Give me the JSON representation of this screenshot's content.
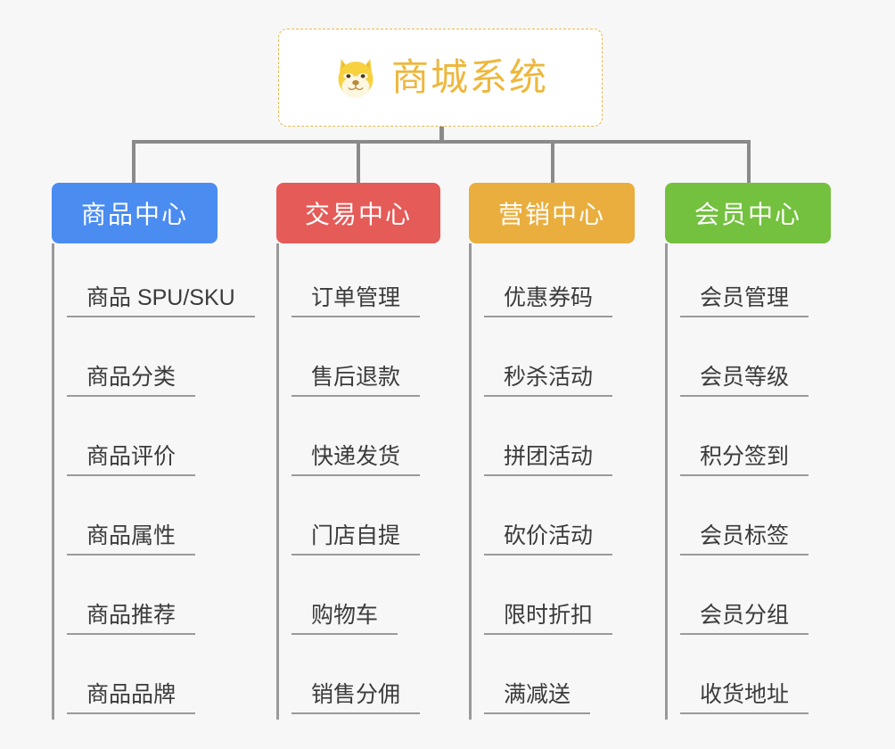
{
  "page": {
    "background_color": "#f7f7f7",
    "title": "商城系统思维导图"
  },
  "root": {
    "label": "商城系统",
    "icon": "shiba-dog-face-icon",
    "text_color": "#eeb73c",
    "border_color": "#e8b84b",
    "background_color": "#ffffff"
  },
  "connector_color": "#8a8a8a",
  "branches": [
    {
      "label": "商品中心",
      "color": "#4a8cf0",
      "items": [
        {
          "label": "商品 SPU/SKU"
        },
        {
          "label": "商品分类"
        },
        {
          "label": "商品评价"
        },
        {
          "label": "商品属性"
        },
        {
          "label": "商品推荐"
        },
        {
          "label": "商品品牌"
        }
      ]
    },
    {
      "label": "交易中心",
      "color": "#e55b58",
      "items": [
        {
          "label": "订单管理"
        },
        {
          "label": "售后退款"
        },
        {
          "label": "快递发货"
        },
        {
          "label": "门店自提"
        },
        {
          "label": "购物车"
        },
        {
          "label": "销售分佣"
        }
      ]
    },
    {
      "label": "营销中心",
      "color": "#e9ae3e",
      "items": [
        {
          "label": "优惠券码"
        },
        {
          "label": "秒杀活动"
        },
        {
          "label": "拼团活动"
        },
        {
          "label": "砍价活动"
        },
        {
          "label": "限时折扣"
        },
        {
          "label": "满减送"
        }
      ]
    },
    {
      "label": "会员中心",
      "color": "#73c13e",
      "items": [
        {
          "label": "会员管理"
        },
        {
          "label": "会员等级"
        },
        {
          "label": "积分签到"
        },
        {
          "label": "会员标签"
        },
        {
          "label": "会员分组"
        },
        {
          "label": "收货地址"
        }
      ]
    }
  ]
}
